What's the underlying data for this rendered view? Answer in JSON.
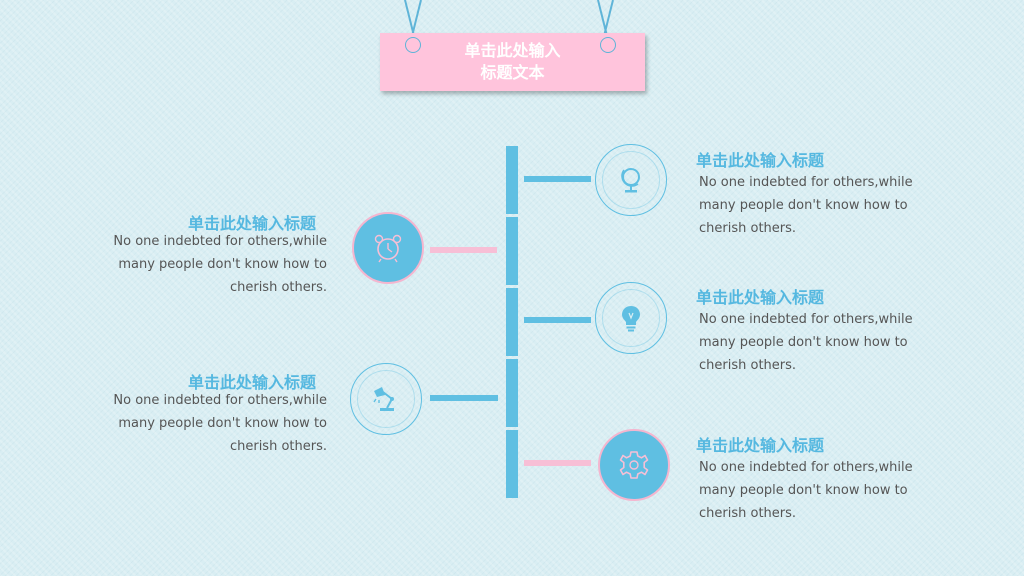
{
  "header": {
    "title_line1": "单击此处输入",
    "title_line2": "标题文本"
  },
  "items": [
    {
      "title": "单击此处输入标题",
      "line1": "No one indebted for others,while",
      "line2": "many people don't know how to",
      "line3": "cherish others.",
      "icon": "globe-icon"
    },
    {
      "title": "单击此处输入标题",
      "line1": "No one indebted for others,while",
      "line2": "many people don't know how to",
      "line3": "cherish others.",
      "icon": "alarm-clock-icon"
    },
    {
      "title": "单击此处输入标题",
      "line1": "No one indebted for others,while",
      "line2": "many people don't know how to",
      "line3": "cherish others.",
      "icon": "lightbulb-icon"
    },
    {
      "title": "单击此处输入标题",
      "line1": "No one indebted for others,while",
      "line2": "many people don't know how to",
      "line3": "cherish others.",
      "icon": "desk-lamp-icon"
    },
    {
      "title": "单击此处输入标题",
      "line1": "No one indebted for others,while",
      "line2": "many people don't know how to",
      "line3": "cherish others.",
      "icon": "gear-icon"
    }
  ],
  "colors": {
    "blue": "#5fbfe2",
    "pink": "#f7bfd6",
    "title_box": "#ffc4dc",
    "text": "#555555"
  }
}
